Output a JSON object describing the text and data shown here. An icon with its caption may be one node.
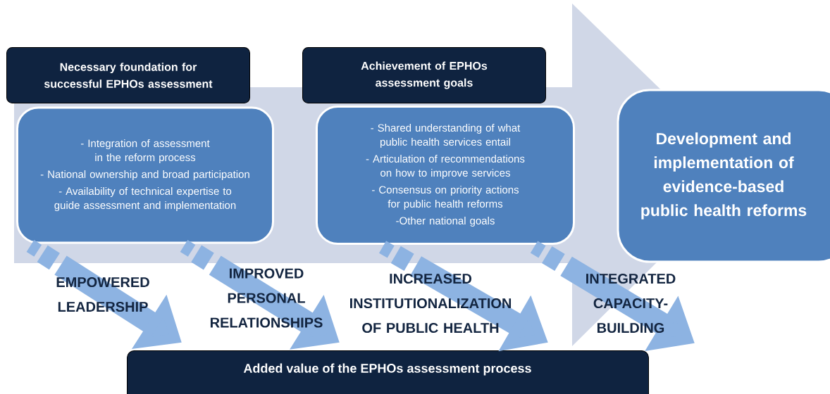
{
  "diagram": {
    "nodes": [
      {
        "text": [
          "Necessary foundation for successful EPHOs assessment"
        ]
      },
      {
        "text": [
          "- Integration of assessment in the reform process",
          "- National ownership and broad participation",
          "- Availability of technical expertise to guide assessment and implementation"
        ]
      },
      {
        "text": [
          "Achievement of EPHOs assessment goals"
        ]
      },
      {
        "text": [
          "- Shared understanding of what public health services entail",
          "- Articulation of recommendations on how to improve services",
          "- Consensus on priority actions for public health reforms",
          "-Other national goals"
        ]
      },
      {
        "text": [
          "Development and implementation of evidence-based public health reforms"
        ]
      },
      {
        "text": [
          "Added value of the EPHOs assessment process"
        ]
      }
    ],
    "edges": [
      {
        "from": 1,
        "to": 5,
        "arrow": "to",
        "label": "EMPOWERED LEADERSHIP"
      },
      {
        "from": 1,
        "to": 5,
        "arrow": "to",
        "label": "IMPROVED PERSONAL RELATIONSHIPS"
      },
      {
        "from": 3,
        "to": 5,
        "arrow": "to",
        "label": "INCREASED INSTITUTIONALIZATION OF PUBLIC HEALTH"
      },
      {
        "from": 3,
        "to": null,
        "arrow": "to",
        "label": "INTEGRATED CAPACITY-BUILDING"
      },
      {
        "from": 1,
        "to": 4,
        "arrow": "to",
        "style": "thick",
        "color": "#d0d7e7"
      }
    ]
  }
}
